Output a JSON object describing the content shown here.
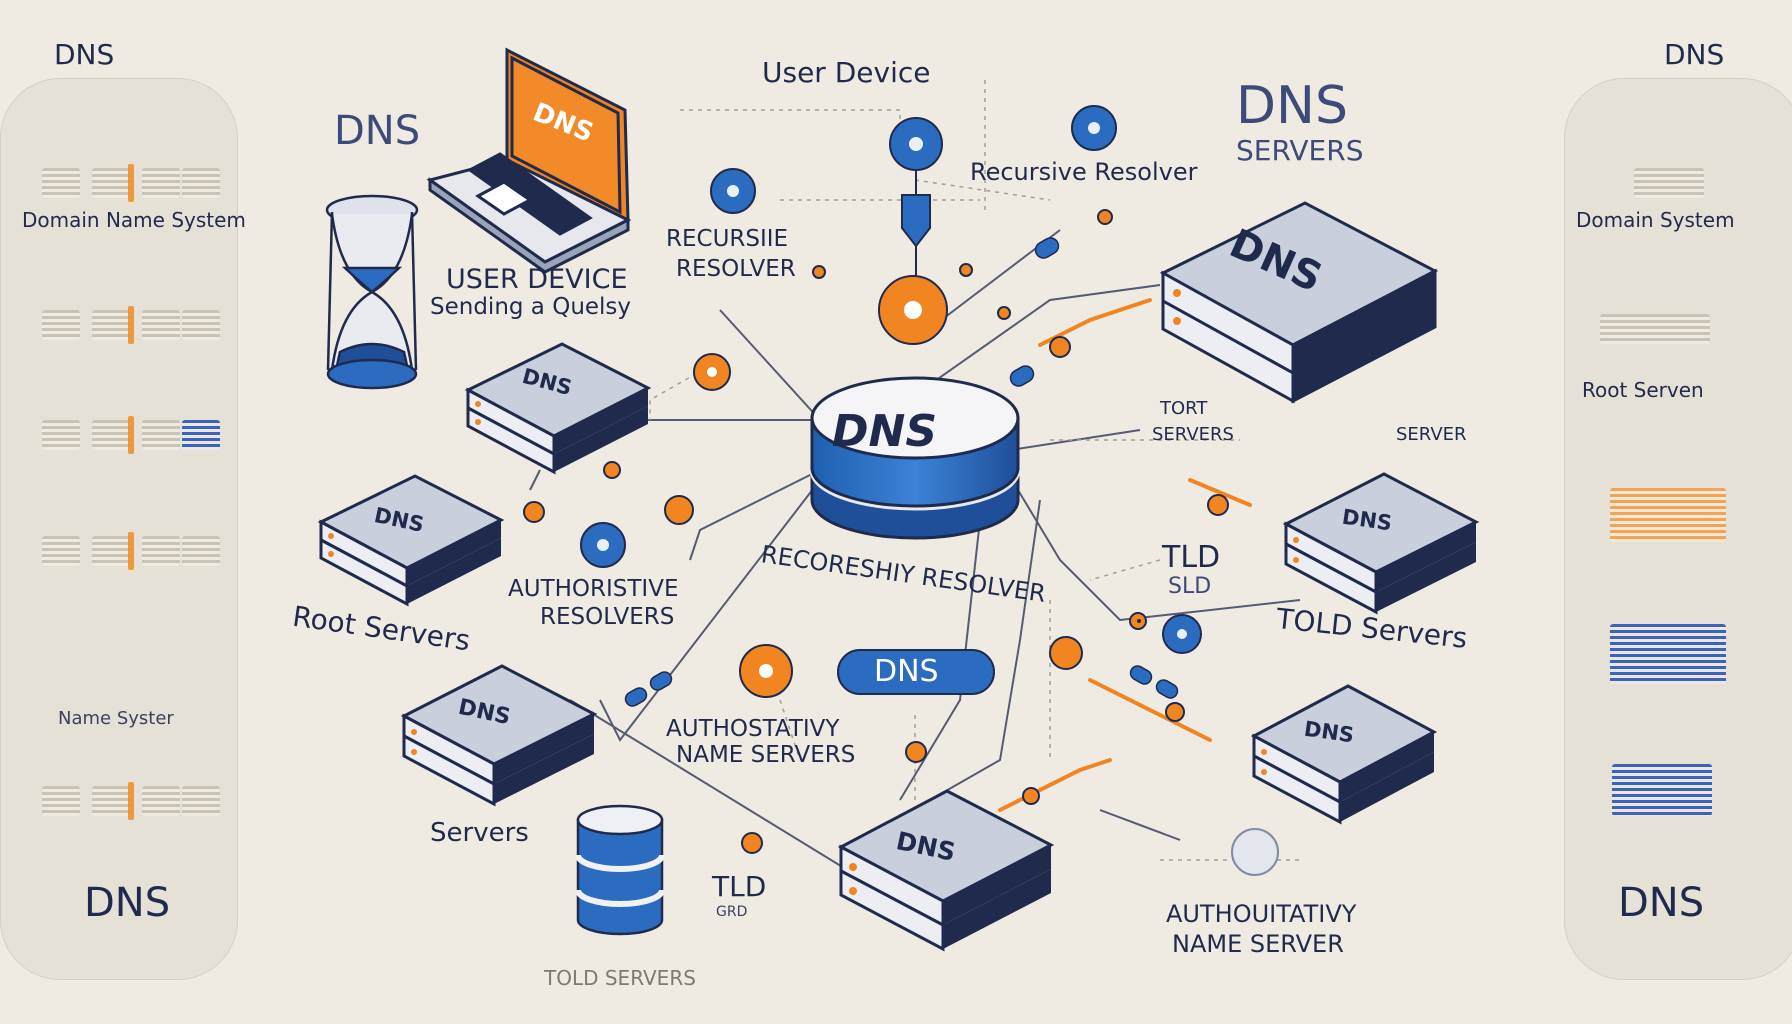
{
  "colors": {
    "background": "#efebe2",
    "navy": "#1f2a4d",
    "blue": "#2c6cc0",
    "orange": "#f08522",
    "server_top": "#c9cfdc",
    "server_side": "#7f8aa3"
  },
  "corner_labels": {
    "top_left": "DNS",
    "top_right": "DNS"
  },
  "left_panel": {
    "items": [
      {
        "label": "Domain Name System"
      },
      {
        "label": ""
      },
      {
        "label": ""
      },
      {
        "label": ""
      },
      {
        "label": "Name Syster"
      }
    ],
    "footer": "DNS"
  },
  "right_panel": {
    "items": [
      {
        "label": "Domain System"
      },
      {
        "label": "Root Serven"
      }
    ],
    "footer": "DNS"
  },
  "diagram": {
    "header_dns": "DNS",
    "laptop_screen": "DNS",
    "user_device_top": "User Device",
    "user_device_caption_1": "USER DEVICE",
    "user_device_caption_2": "Sending a Quelsy",
    "dns_servers_title": "DNS",
    "dns_servers_sub": "SERVERS",
    "recursive_resolver_top": "Recursive Resolver",
    "recursive_resolver_left_1": "RECURSIIE",
    "recursive_resolver_left_2": "RESOLVER",
    "center_db_label": "DNS",
    "center_arc_label": "RECORESHIY RESOLVER",
    "authoritive_resolvers_1": "AUTHORISTIVE",
    "authoritive_resolvers_2": "RESOLVERS",
    "root_servers": "Root Servers",
    "tort_servers_1": "TORT",
    "tort_servers_2": "SERVERS",
    "server_label": "SERVER",
    "tld_sld_1": "TLD",
    "tld_sld_2": "SLD",
    "told_servers_right": "TOLD Servers",
    "dns_pill": "DNS",
    "authoritative_name_servers_1": "AUTHOSTATIVY",
    "authoritative_name_servers_2": "NAME SERVERS",
    "servers_label": "Servers",
    "tld_bottom_1": "TLD",
    "tld_bottom_2": "GRD",
    "told_servers_bottom": "TOLD SERVERS",
    "authoritative_name_server_1": "AUTHOUITATIVY",
    "authoritative_name_server_2": "NAME SERVER",
    "server_box_label": "DNS"
  }
}
